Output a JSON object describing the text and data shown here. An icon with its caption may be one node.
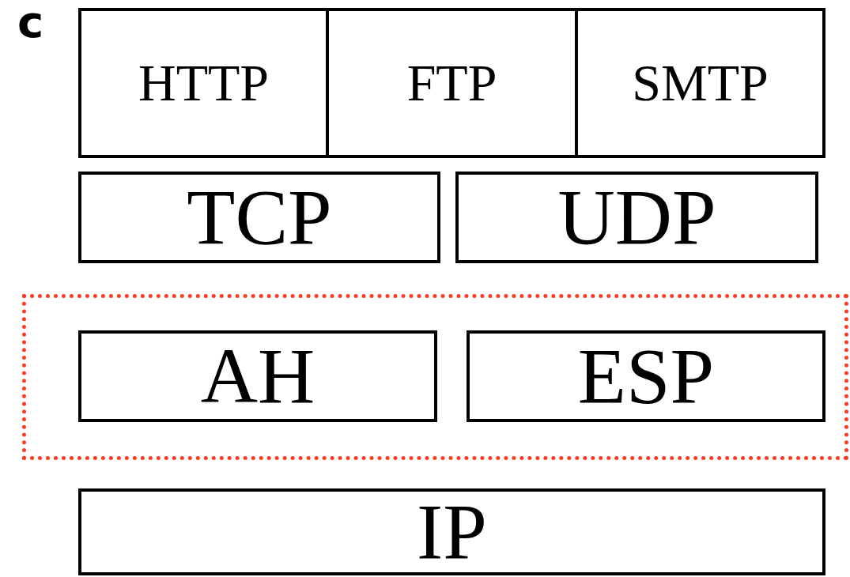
{
  "diagram": {
    "nodes": [
      {
        "text": [
          "HTTP"
        ]
      },
      {
        "text": [
          "FTP"
        ]
      },
      {
        "text": [
          "SMTP"
        ]
      },
      {
        "text": [
          "TCP"
        ]
      },
      {
        "text": [
          "UDP"
        ]
      },
      {
        "text": [],
        "shape": "box"
      },
      {
        "text": [
          "AH"
        ],
        "in": 5
      },
      {
        "text": [
          "ESP"
        ],
        "in": 5
      },
      {
        "text": [
          "IP"
        ]
      }
    ],
    "edges": [],
    "labels": [
      "c"
    ]
  }
}
